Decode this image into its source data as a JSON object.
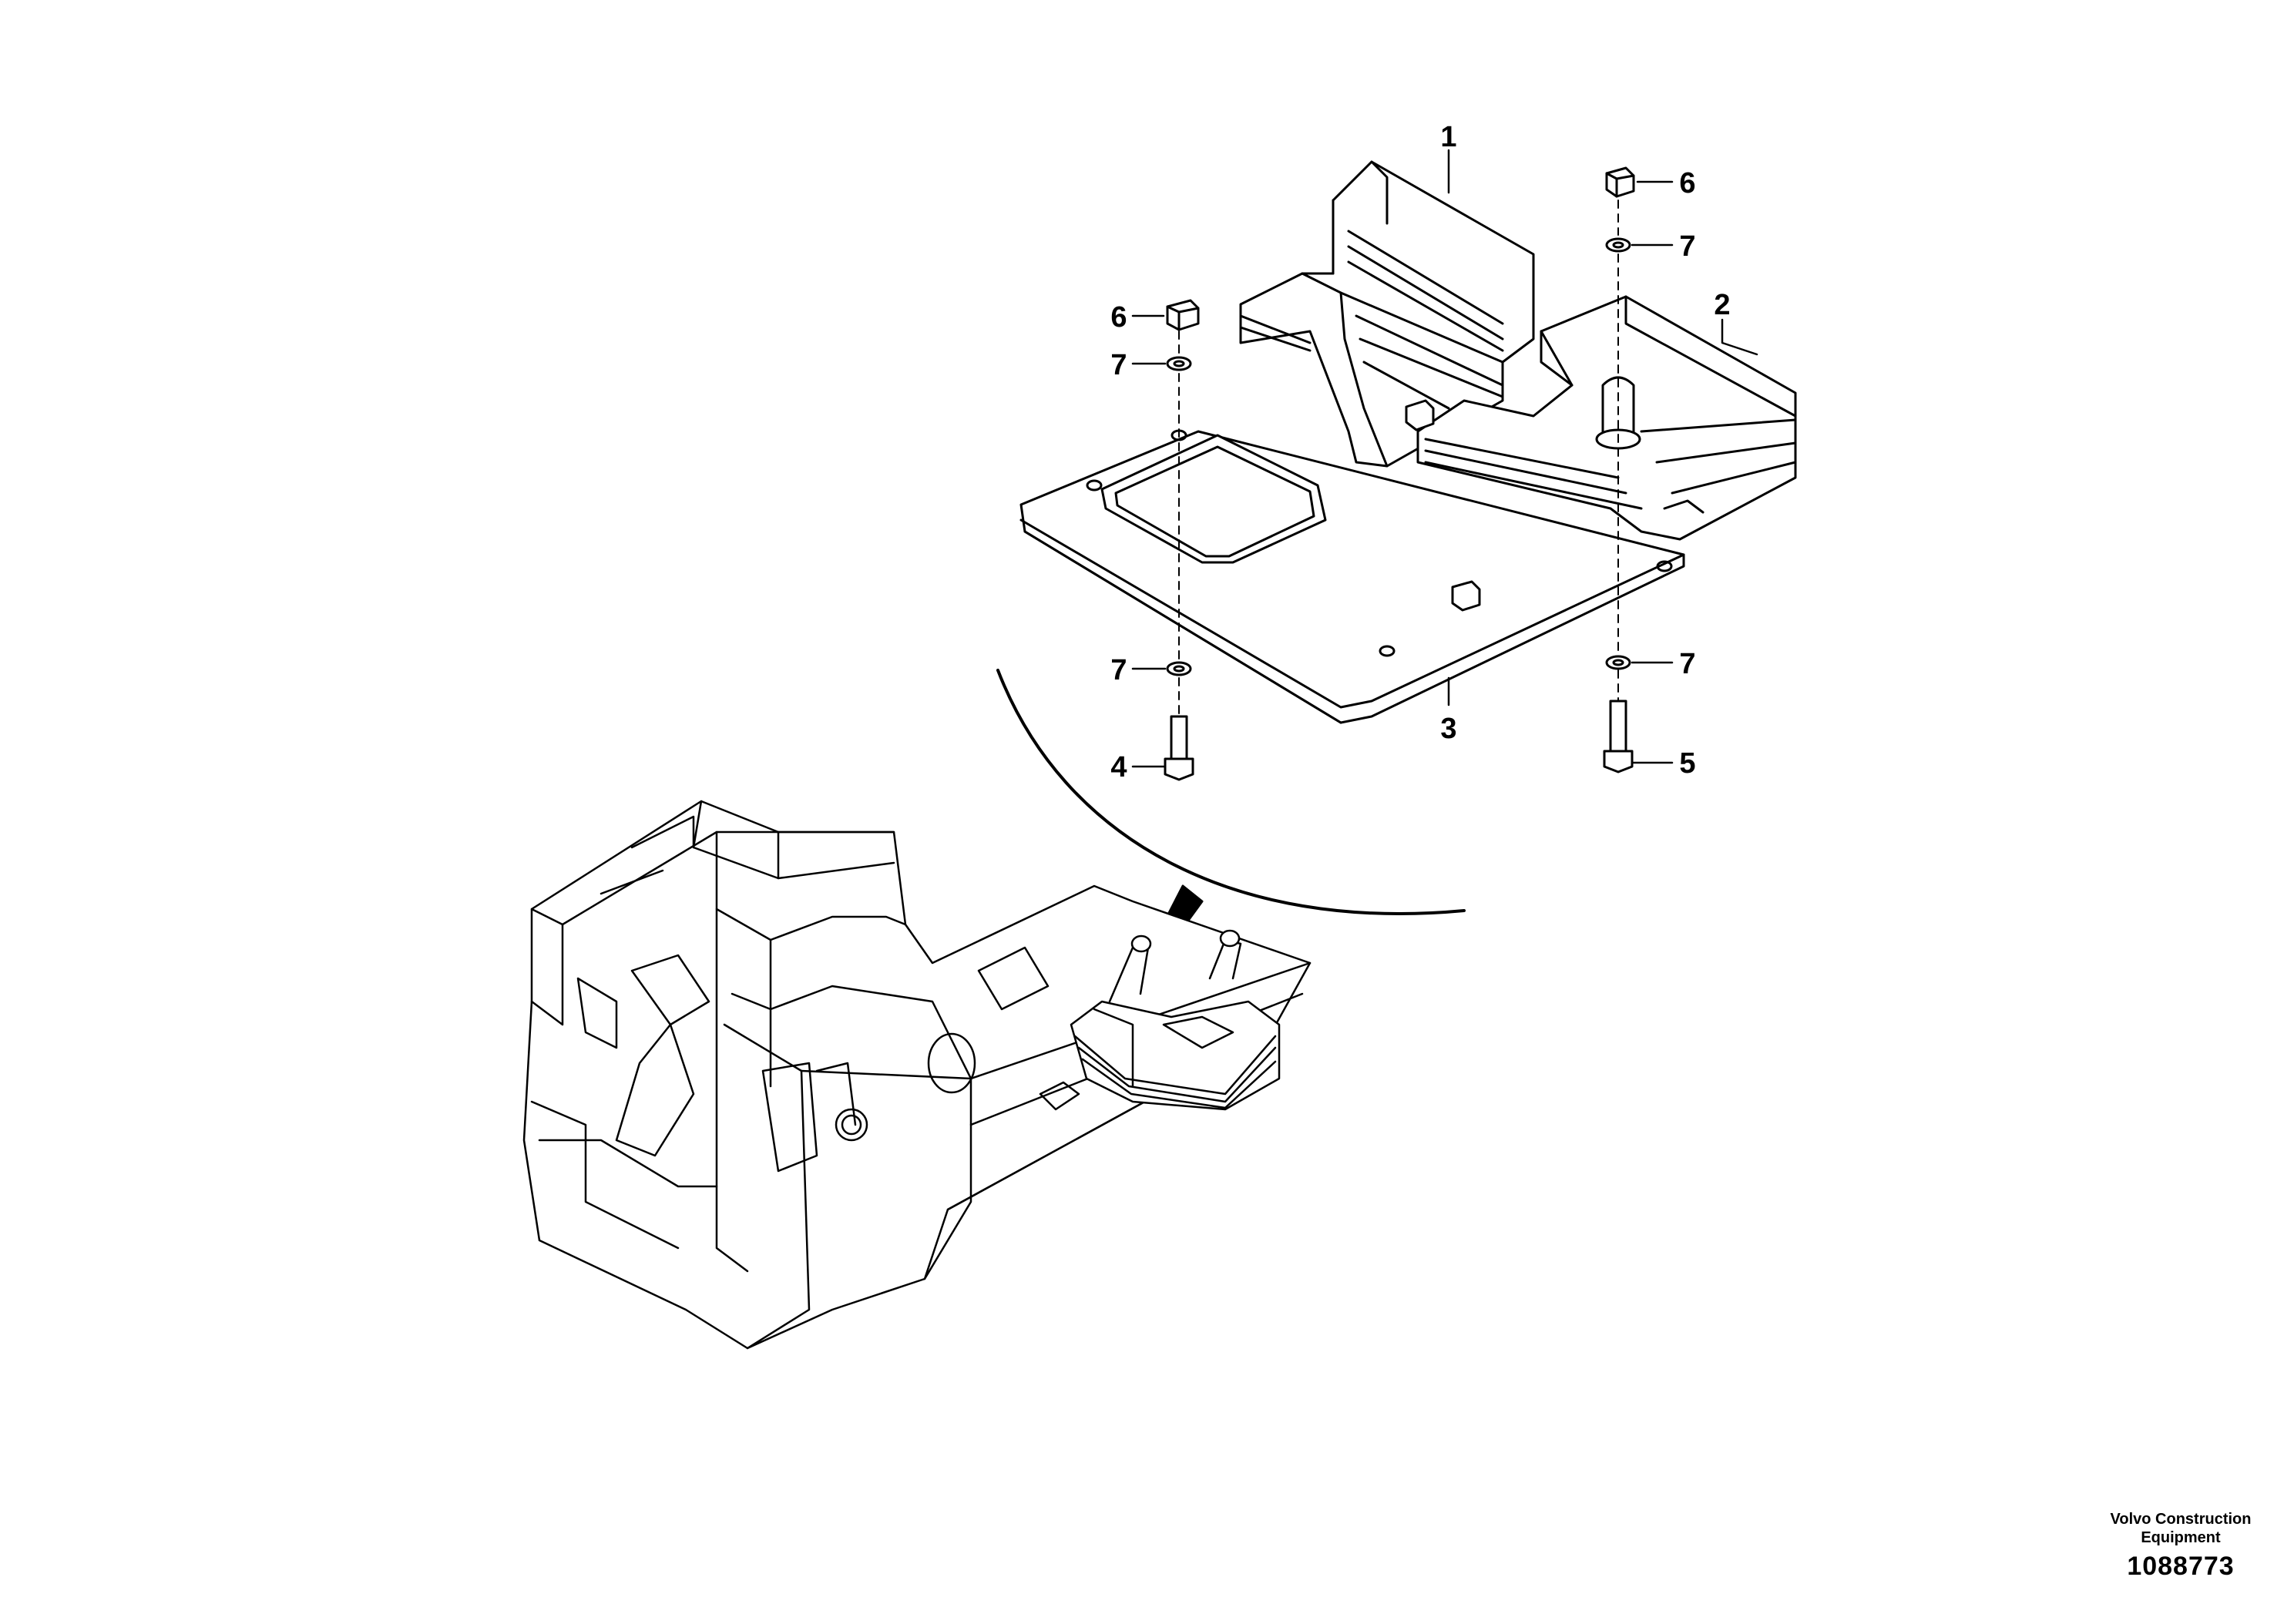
{
  "callouts": [
    {
      "id": "c1a",
      "text": "1"
    },
    {
      "id": "c2a",
      "text": "2"
    },
    {
      "id": "c3a",
      "text": "3"
    },
    {
      "id": "c4a",
      "text": "4"
    },
    {
      "id": "c5a",
      "text": "5"
    },
    {
      "id": "c6a",
      "text": "6"
    },
    {
      "id": "c6b",
      "text": "6"
    },
    {
      "id": "c7a",
      "text": "7"
    },
    {
      "id": "c7b",
      "text": "7"
    },
    {
      "id": "c7c",
      "text": "7"
    },
    {
      "id": "c7d",
      "text": "7"
    }
  ],
  "footer": {
    "company_line1": "Volvo Construction",
    "company_line2": "Equipment",
    "drawing_number": "1088773"
  },
  "colors": {
    "ink": "#000000",
    "paper": "#ffffff"
  }
}
